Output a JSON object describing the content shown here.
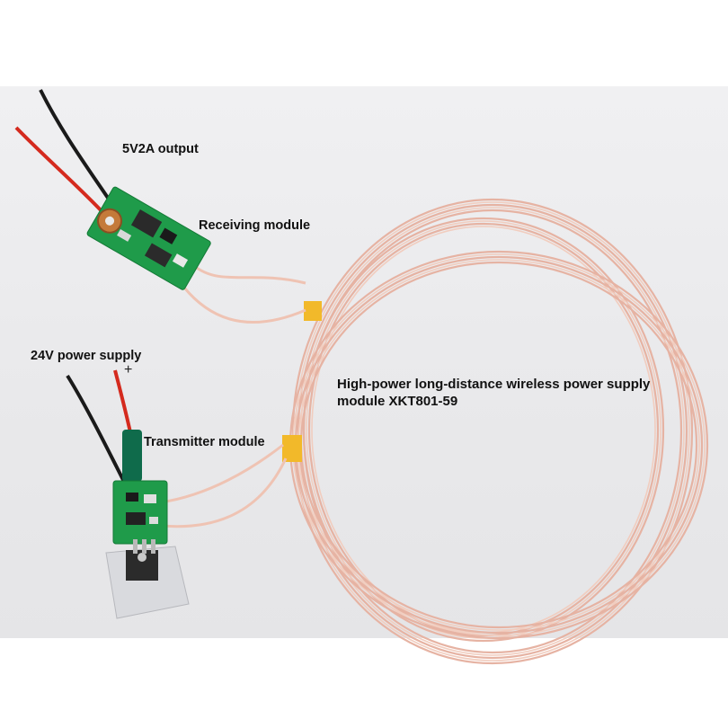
{
  "labels": {
    "output": "5V2A output",
    "receiving": "Receiving module",
    "supply": "24V power supply",
    "plus": "+",
    "transmitter": "Transmitter module",
    "description": "High-power long-distance wireless power supply module XKT801-59"
  },
  "colors": {
    "background": "#e9e9eb",
    "pcb_green": "#1f9b4a",
    "copper_coil": "#e8b8a8",
    "wire_red": "#d42a1e",
    "wire_black": "#1a1a1a",
    "tape_yellow": "#f2b92a",
    "heatsink": "#d9dade"
  }
}
